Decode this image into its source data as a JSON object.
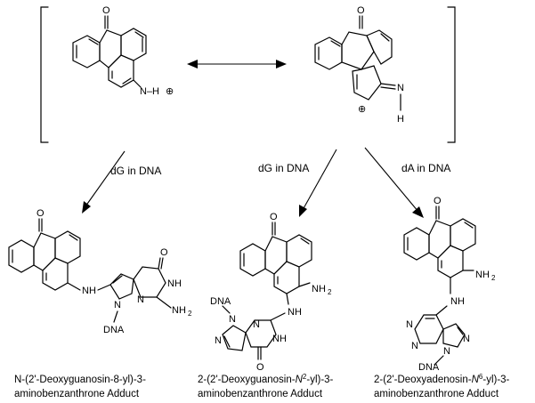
{
  "labels": {
    "reagent_dg_left": "dG in DNA",
    "reagent_dg_mid": "dG in DNA",
    "reagent_da_right": "dA in DNA"
  },
  "atoms": {
    "o": "O",
    "nh_plus": "N–H",
    "plus": "⊕",
    "n": "N",
    "h": "H",
    "nh": "NH",
    "n_ring": "N",
    "h_n": "H",
    "nh2": "NH",
    "two": "2",
    "dna": "DNA"
  },
  "captions": {
    "left_line1": "N-(2'-Deoxyguanosin-8-yl)-3-",
    "left_line2": "aminobenzanthrone Adduct",
    "mid_line1a": "2-(2'-Deoxyguanosin-",
    "mid_line1b": "N",
    "mid_line1c": "2",
    "mid_line1d": "-yl)-3-",
    "mid_line2": "aminobenzanthrone Adduct",
    "right_line1a": "2-(2'-Deoxyadenosin-",
    "right_line1b": "N",
    "right_line1c": "6",
    "right_line1d": "-yl)-3-",
    "right_line2": "aminobenzanthrone Adduct"
  }
}
